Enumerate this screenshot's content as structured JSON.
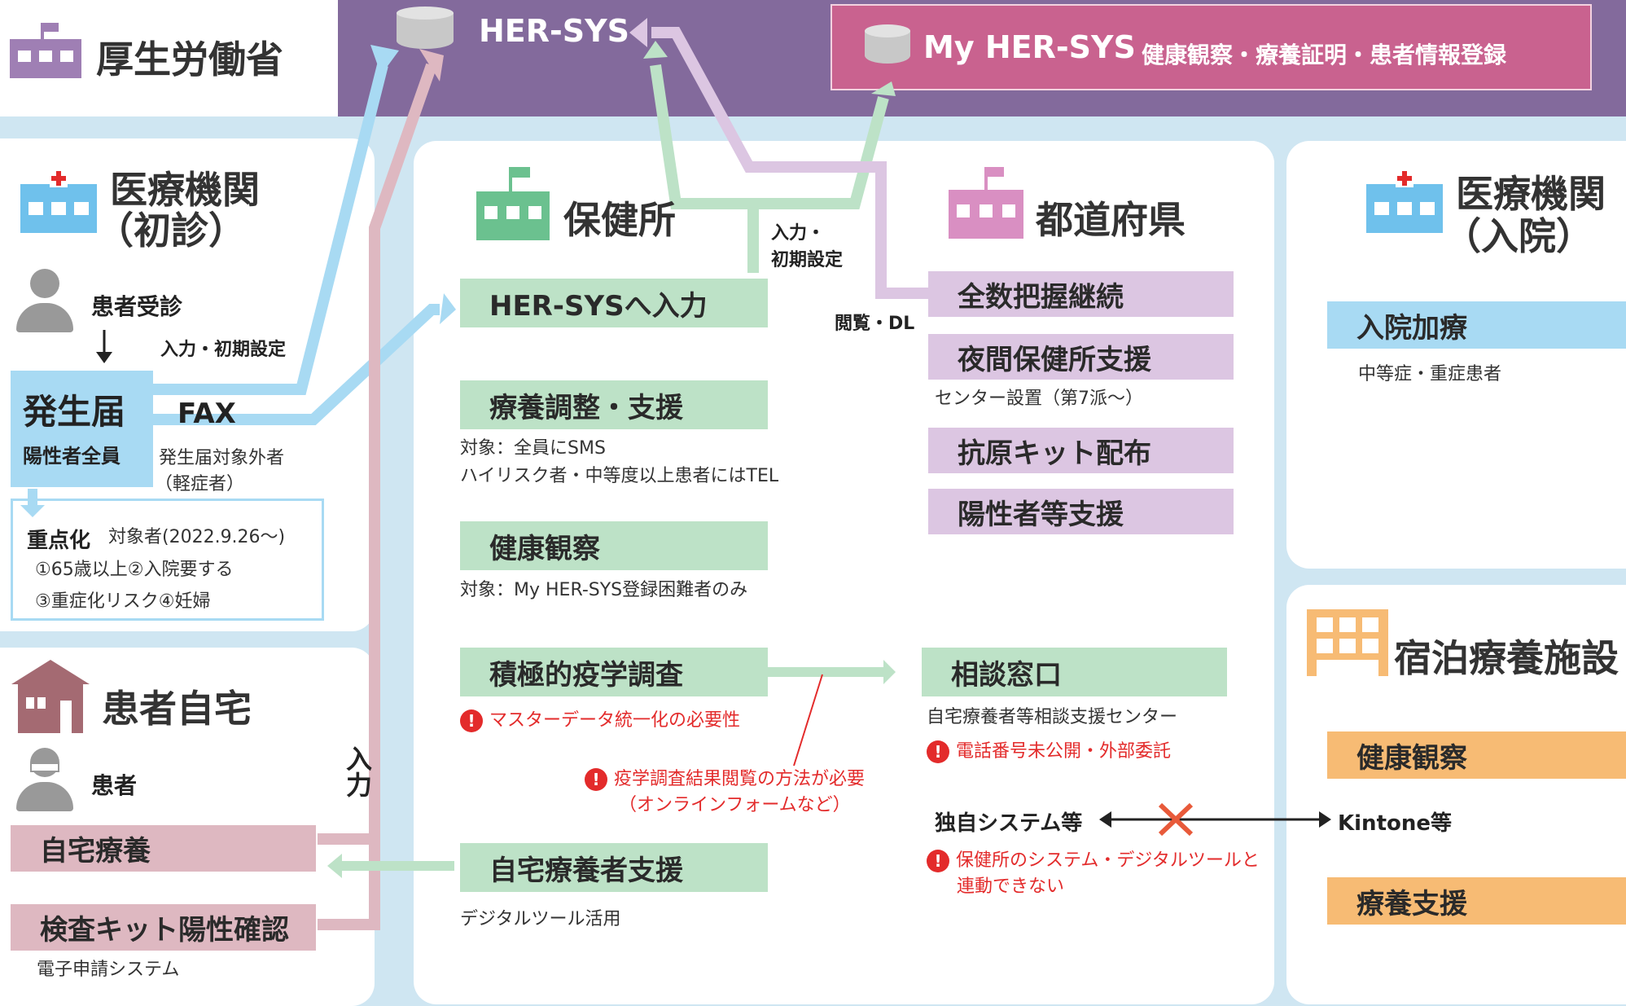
{
  "mhlw": {
    "title": "厚生労働省"
  },
  "hersys": {
    "title": "HER-SYS"
  },
  "my_hersys": {
    "title": "My HER-SYS",
    "desc": "健康観察・療養証明・患者情報登録"
  },
  "clinic_first": {
    "title_line1": "医療機関",
    "title_line2": "（初診）",
    "patient": "患者受診",
    "input_label": "入力・初期設定",
    "notification": "発生届",
    "notification_sub": "陽性者全員",
    "fax": "FAX",
    "excluded": "発生届対象外者",
    "excluded_sub": "（軽症者）",
    "focus_title": "重点化",
    "focus_target": "対象者(2022.9.26〜)",
    "focus_line1": "①65歳以上②入院要する",
    "focus_line2": "③重症化リスク④妊婦"
  },
  "home": {
    "title": "患者自宅",
    "patient": "患者",
    "input_vertical": "入力",
    "recuperation": "自宅療養",
    "kit": "検査キット陽性確認",
    "kit_sub": "電子申請システム"
  },
  "health_center": {
    "title": "保健所",
    "input_init": "入力・",
    "input_init2": "初期設定",
    "box_input": "HER-SYSへ入力",
    "box_adjust": "療養調整・支援",
    "adjust_line1": "対象：全員にSMS",
    "adjust_line2": "ハイリスク者・中等度以上患者にはTEL",
    "box_observe": "健康観察",
    "observe_line": "対象：My HER-SYS登録困難者のみ",
    "box_survey": "積極的疫学調査",
    "survey_warn": "マスターデータ統一化の必要性",
    "survey_warn2_line1": "疫学調査結果閲覧の方法が必要",
    "survey_warn2_line2": "（オンラインフォームなど）",
    "box_home_support": "自宅療養者支援",
    "home_support_line": "デジタルツール活用"
  },
  "prefecture": {
    "title": "都道府県",
    "view_dl": "閲覧・DL",
    "box1": "全数把握継続",
    "box2": "夜間保健所支援",
    "box2_sub": "センター設置（第7派〜）",
    "box3": "抗原キット配布",
    "box4": "陽性者等支援"
  },
  "consult": {
    "box": "相談窓口",
    "sub": "自宅療養者等相談支援センター",
    "warn": "電話番号未公開・外部委託",
    "own_system": "独自システム等",
    "kintone": "Kintone等",
    "warn2_line1": "保健所のシステム・デジタルツールと",
    "warn2_line2": "連動できない"
  },
  "clinic_admit": {
    "title_line1": "医療機関",
    "title_line2": "（入院）",
    "box": "入院加療",
    "sub": "中等症・重症患者"
  },
  "hotel": {
    "title": "宿泊療養施設",
    "box1": "健康観察",
    "box2": "療養支援"
  },
  "colors": {
    "band": "#836a9c",
    "my_hersys": "#c9628f",
    "green": "#bde2c7",
    "purple": "#dcc6e2",
    "blue": "#a8daf3",
    "orange": "#f7bb74",
    "pink": "#deb8c1",
    "warn": "#e32b2b"
  }
}
